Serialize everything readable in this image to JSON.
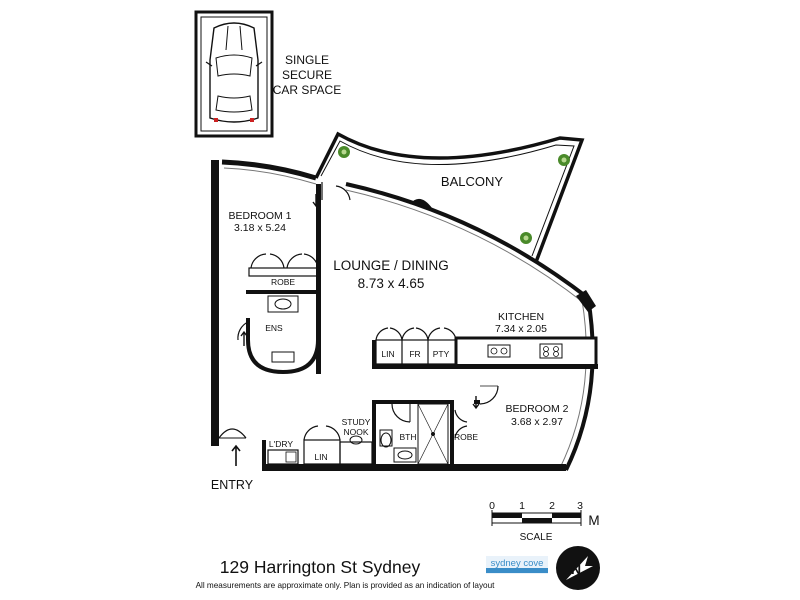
{
  "parking": {
    "line1": "SINGLE",
    "line2": "SECURE",
    "line3": "CAR SPACE"
  },
  "rooms": {
    "balcony": "BALCONY",
    "bedroom1": {
      "name": "BEDROOM 1",
      "dims": "3.18 x 5.24"
    },
    "lounge": {
      "name": "LOUNGE / DINING",
      "dims": "8.73 x 4.65"
    },
    "kitchen": {
      "name": "KITCHEN",
      "dims": "7.34 x 2.05"
    },
    "bedroom2": {
      "name": "BEDROOM 2",
      "dims": "3.68 x 2.97"
    },
    "robe": "ROBE",
    "ens": "ENS",
    "lin": "LIN",
    "fr": "FR",
    "pty": "PTY",
    "study_line1": "STUDY",
    "study_line2": "NOOK",
    "bth": "BTH",
    "robe2": "ROBE",
    "ldry": "L'DRY",
    "lin2": "LIN",
    "entry": "ENTRY"
  },
  "scale": {
    "ticks": [
      "0",
      "1",
      "2",
      "3"
    ],
    "unit": "M",
    "label": "SCALE"
  },
  "footer": {
    "address": "129 Harrington St Sydney",
    "disclaimer": "All measurements are approximate only. Plan is provided as an indication of layout",
    "logo_text": "sydney cove",
    "logo_color": "#3a8dc8"
  },
  "compass": {
    "letter": "N"
  }
}
